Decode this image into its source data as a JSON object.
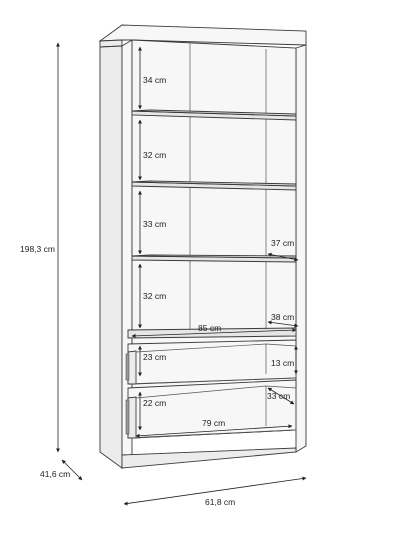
{
  "dimensions": {
    "overall_height": "198,3 cm",
    "overall_depth": "41,6 cm",
    "overall_width": "61,8 cm",
    "shelf_1_height": "34 cm",
    "shelf_2_height": "32 cm",
    "shelf_3_height": "33 cm",
    "shelf_4_height": "32 cm",
    "shelf_depth_upper": "37 cm",
    "shelf_depth_lower": "38 cm",
    "inner_width": "85 cm",
    "drawer_1_height": "23 cm",
    "drawer_1_inner_height": "13 cm",
    "drawer_2_height": "22 cm",
    "drawer_2_depth": "33 cm",
    "drawer_inner_width": "79 cm"
  },
  "colors": {
    "line": "#3a3a3a",
    "text": "#222222",
    "panel": "#f7f7f7"
  }
}
